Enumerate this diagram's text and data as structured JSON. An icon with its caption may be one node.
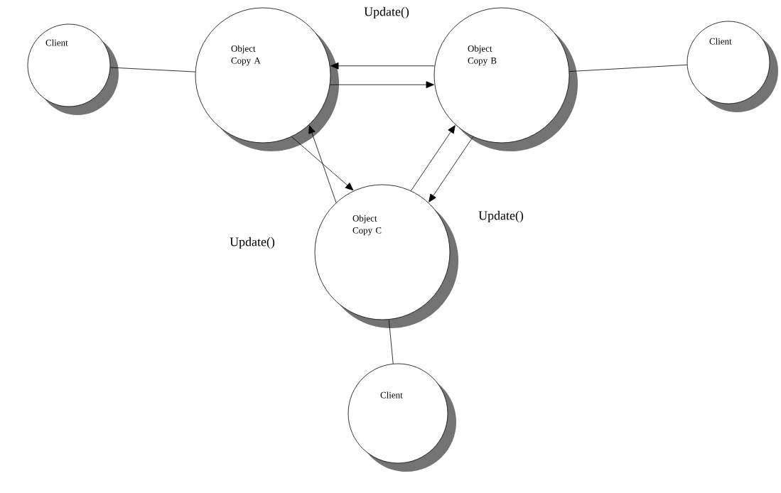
{
  "diagram": {
    "nodes": [
      {
        "text": [
          "Client"
        ]
      },
      {
        "text": [
          "Object Copy A"
        ]
      },
      {
        "text": [
          "Object Copy B"
        ]
      },
      {
        "text": [
          "Client"
        ]
      },
      {
        "text": [
          "Object Copy C"
        ]
      },
      {
        "text": [
          "Client"
        ]
      }
    ],
    "edges": [
      {
        "from": 0,
        "to": 1,
        "arrow": "none"
      },
      {
        "from": 2,
        "to": 1,
        "arrow": "to"
      },
      {
        "from": 1,
        "to": 2,
        "arrow": "to"
      },
      {
        "from": 2,
        "to": 3,
        "arrow": "none"
      },
      {
        "from": 1,
        "to": 4,
        "arrow": "to"
      },
      {
        "from": 4,
        "to": 1,
        "arrow": "to"
      },
      {
        "from": 4,
        "to": 2,
        "arrow": "to"
      },
      {
        "from": 2,
        "to": 4,
        "arrow": "to"
      },
      {
        "from": 4,
        "to": 5,
        "arrow": "none"
      }
    ],
    "labels": [
      "Update()",
      "Update()",
      "Update()"
    ]
  }
}
